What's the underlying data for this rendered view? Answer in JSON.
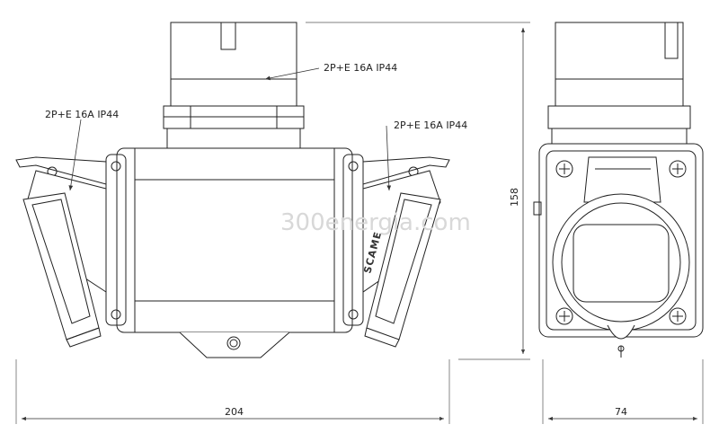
{
  "labels": {
    "top_socket": "2P+E 16A IP44",
    "left_socket": "2P+E 16A IP44",
    "right_socket": "2P+E 16A IP44"
  },
  "dimensions": {
    "width": "204",
    "height": "158",
    "depth": "74"
  },
  "watermark": "300energia.com",
  "brand": "SCAME"
}
